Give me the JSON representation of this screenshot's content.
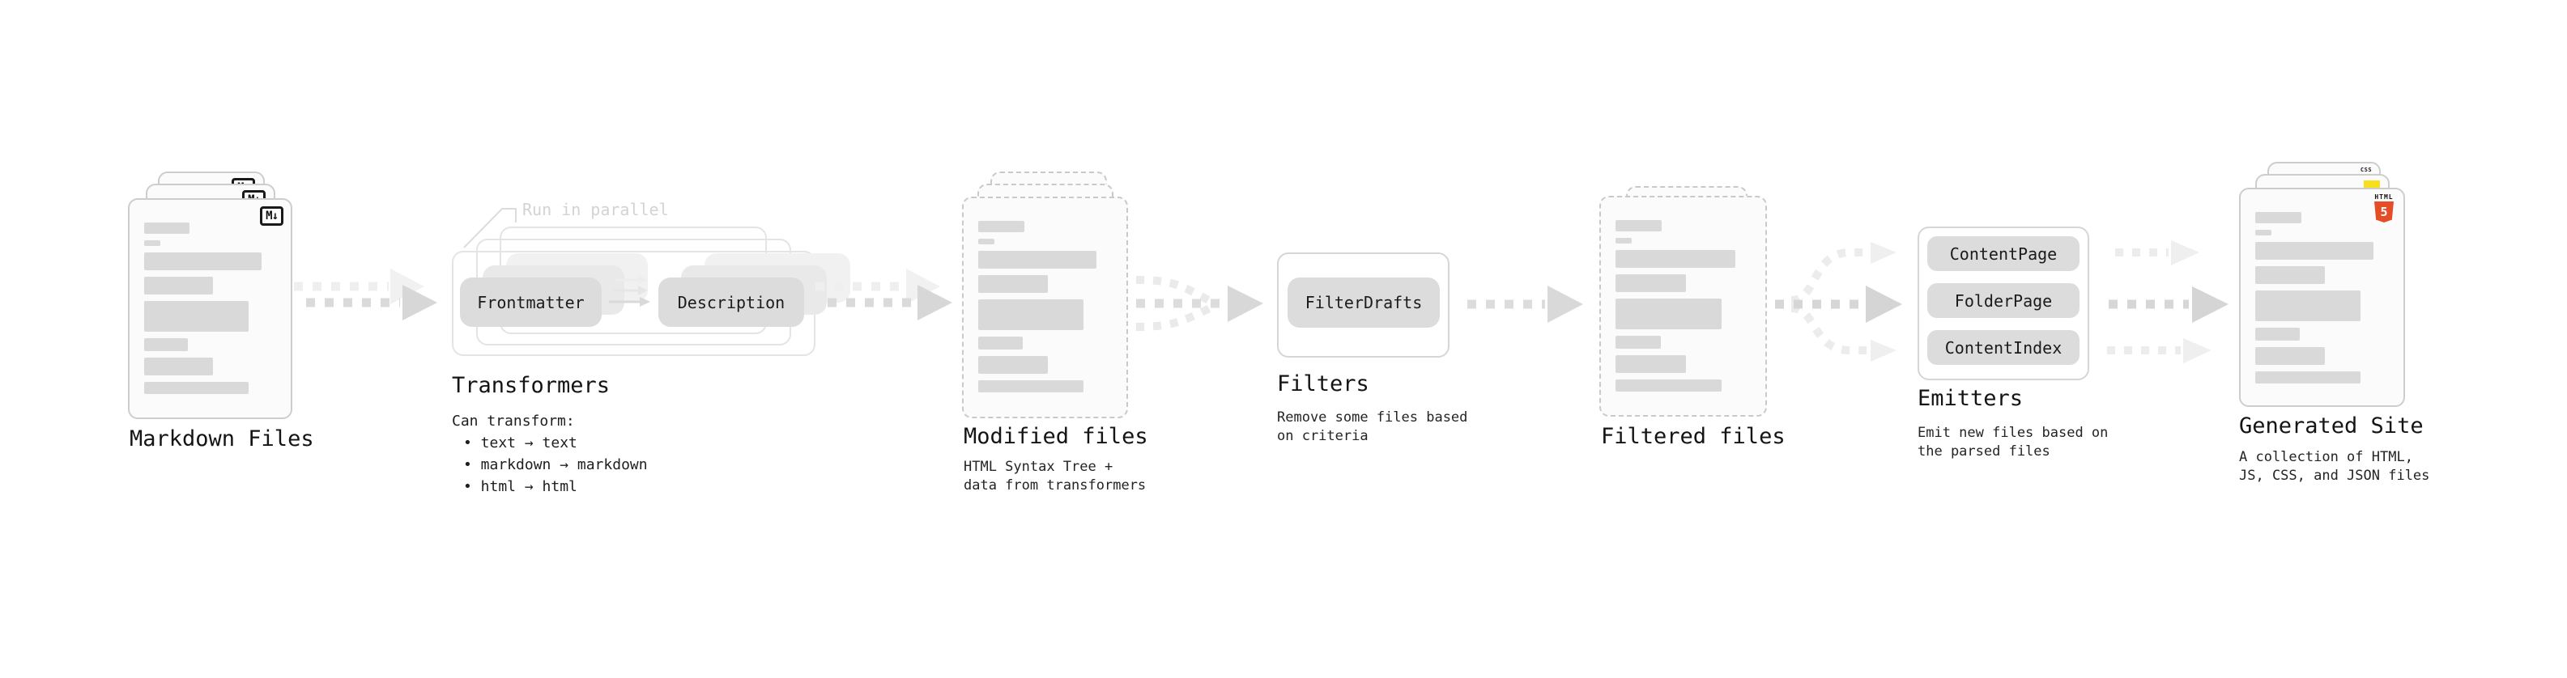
{
  "diagram": {
    "stages": {
      "markdown": {
        "title": "Markdown Files",
        "badge": "M↓"
      },
      "transformers": {
        "title": "Transformers",
        "callout": "Run in parallel",
        "pill_left": "Frontmatter",
        "pill_right": "Description",
        "note_heading": "Can transform:",
        "bullets": [
          "• text → text",
          "• markdown → markdown",
          "• html → html"
        ]
      },
      "modified": {
        "title": "Modified files",
        "subtitle": [
          "HTML Syntax Tree +",
          "data from transformers"
        ]
      },
      "filters": {
        "title": "Filters",
        "pill": "FilterDrafts",
        "subtitle": [
          "Remove some files based",
          "on criteria"
        ]
      },
      "filtered": {
        "title": "Filtered files"
      },
      "emitters": {
        "title": "Emitters",
        "pills": [
          "ContentPage",
          "FolderPage",
          "ContentIndex"
        ],
        "subtitle": [
          "Emit new files based on",
          "the parsed files"
        ]
      },
      "generated": {
        "title": "Generated Site",
        "subtitle": [
          "A collection of HTML,",
          "JS, CSS, and JSON files"
        ],
        "badge_html_word": "HTML",
        "badge_html_number": "5",
        "badge_css_word": "CSS"
      }
    },
    "decor": {
      "doc_bars": [
        {
          "w": 31,
          "h": 14
        },
        {
          "w": 11,
          "h": 7
        },
        {
          "w": 80,
          "h": 22
        },
        {
          "w": 47,
          "h": 22
        },
        {
          "w": 71,
          "h": 38
        },
        {
          "w": 30,
          "h": 16
        },
        {
          "w": 47,
          "h": 22
        },
        {
          "w": 71,
          "h": 15
        }
      ],
      "colors": {
        "bar-color": "#d9d9d9",
        "md-badge-border": "#191919",
        "html5-orange": "#e44d26",
        "js-yellow": "#f7df1e",
        "css-blue": "#2760e6",
        "arrow-dark": "#d8d8d8",
        "arrow-light": "#eeeeee"
      }
    }
  }
}
